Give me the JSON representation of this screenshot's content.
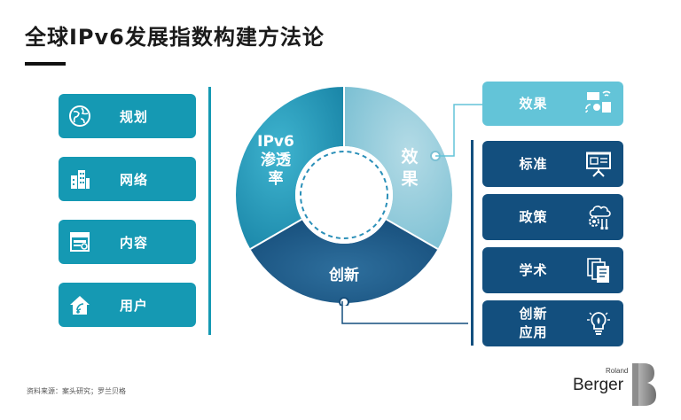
{
  "title": "全球IPv6发展指数构建方法论",
  "left_items": [
    {
      "label": "规划",
      "icon": "globe-icon"
    },
    {
      "label": "网络",
      "icon": "buildings-icon"
    },
    {
      "label": "内容",
      "icon": "webpage-icon"
    },
    {
      "label": "用户",
      "icon": "home-wifi-icon"
    }
  ],
  "right_top": {
    "label": "效果",
    "icon": "devices-icon"
  },
  "right_items": [
    {
      "label": "标准",
      "icon": "presentation-board-icon"
    },
    {
      "label": "政策",
      "icon": "gear-cloud-icon"
    },
    {
      "label": "学术",
      "icon": "documents-icon"
    },
    {
      "label": "创新\n应用",
      "icon": "lightbulb-icon"
    }
  ],
  "wheel": {
    "segment_left": "IPv6\n渗透\n率",
    "segment_right": "效\n果",
    "segment_bottom": "创新"
  },
  "source": "资料来源：案头研究；罗兰贝格",
  "logo": {
    "line1": "Roland",
    "line2": "Berger"
  },
  "colors": {
    "teal": "#1599b3",
    "light_teal": "#63c4d8",
    "navy": "#134f7e"
  }
}
